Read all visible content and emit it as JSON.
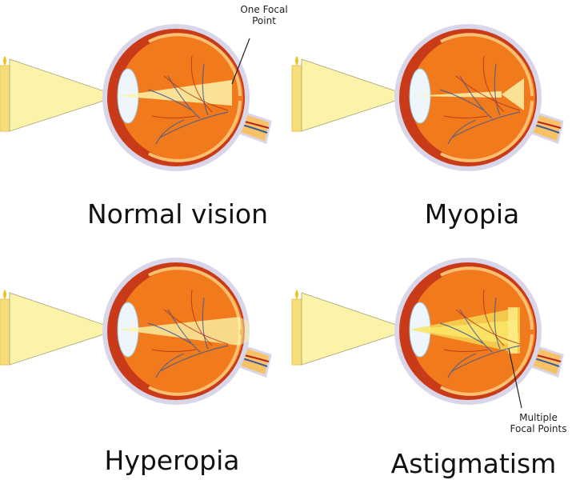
{
  "panels": [
    {
      "id": "normal",
      "title": "Normal vision",
      "focus": "on-retina"
    },
    {
      "id": "myopia",
      "title": "Myopia",
      "focus": "in-front-of-retina"
    },
    {
      "id": "hyperopia",
      "title": "Hyperopia",
      "focus": "behind-retina"
    },
    {
      "id": "astigmatism",
      "title": "Astigmatism",
      "focus": "multiple"
    }
  ],
  "annotations": {
    "one_focal": "One Focal Point",
    "one_focal_l1": "One Focal",
    "one_focal_l2": "Point",
    "multiple_l1": "Multiple",
    "multiple_l2": "Focal Points"
  },
  "colors": {
    "sclera": "#d9d6ea",
    "eyeball": "#f07a1c",
    "eyeball_inner": "#f6a53a",
    "muscle": "#b3261e",
    "cornea": "#8fc7de",
    "lens": "#eef6fb",
    "light": "#fbf3a8",
    "candle": "#f7dc7a",
    "vessel_blue": "#3a5a9a",
    "vessel_red": "#b8201a"
  }
}
